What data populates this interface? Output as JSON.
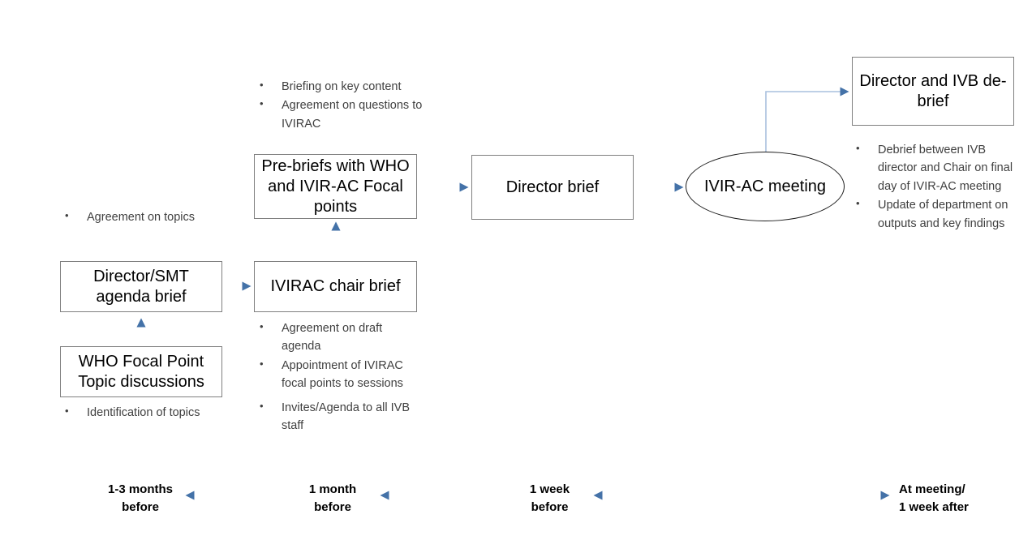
{
  "diagram": {
    "title": "IVIR-AC meeting preparation process flow",
    "accent_color": "#4472a8",
    "arrow_color": "#4472a8",
    "box_border_color": "#7f7f7f",
    "bullet_text_color": "#404040",
    "nodes": {
      "who_focal_point": "WHO Focal Point Topic discussions",
      "director_smt": "Director/SMT agenda brief",
      "ivirac_chair": "IVIRAC chair brief",
      "pre_briefs": "Pre-briefs with WHO and IVIR-AC Focal points",
      "director_brief": "Director brief",
      "ivirac_meeting": "IVIR-AC meeting",
      "debrief": "Director and IVB de-brief"
    },
    "annotations": {
      "pre_briefs": [
        "Briefing on key content",
        "Agreement on questions to IVIRAC"
      ],
      "director_smt": [
        "Agreement on topics"
      ],
      "who_focal_point": [
        "Identification of topics"
      ],
      "ivirac_chair": [
        "Agreement on draft agenda",
        "Appointment of IVIRAC focal points to sessions",
        "Invites/Agenda to all IVB staff"
      ],
      "debrief": [
        "Debrief between IVB director and Chair on final day of IVIR-AC meeting",
        "Update of department on outputs and key findings"
      ]
    },
    "timeline": [
      {
        "label_line1": "1-3 months",
        "label_line2": "before"
      },
      {
        "label_line1": "1 month",
        "label_line2": "before"
      },
      {
        "label_line1": "1 week",
        "label_line2": "before"
      },
      {
        "label_line1": "At meeting/",
        "label_line2": "1 week after"
      }
    ]
  }
}
